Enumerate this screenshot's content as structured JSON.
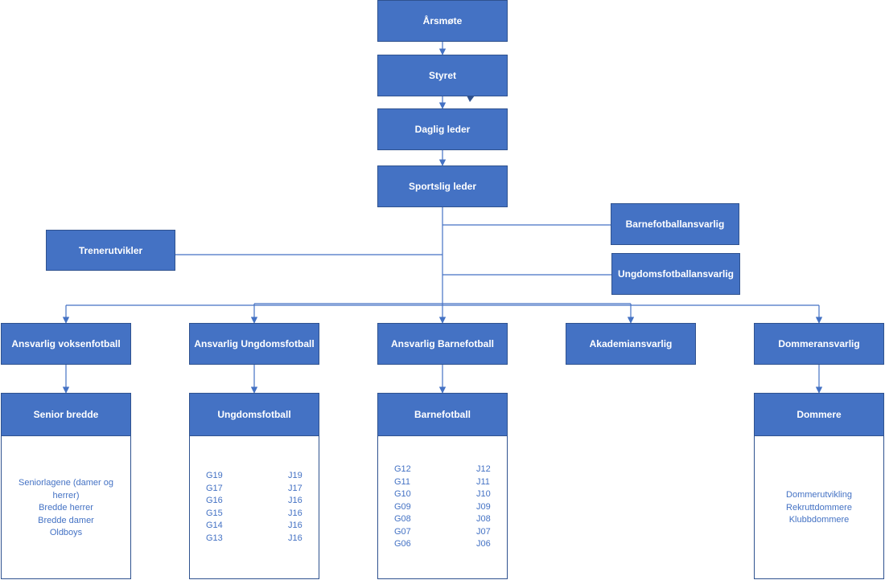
{
  "nodes": {
    "arsmote": "Årsmøte",
    "styret": "Styret",
    "daglig_leder": "Daglig leder",
    "sportslig_leder": "Sportslig leder",
    "barnefotballansvarlig": "Barnefotballansvarlig",
    "ungdomsfotballansvarlig": "Ungdomsfotballansvarlig",
    "trenerutvikler": "Trenerutvikler",
    "ansvarlig_voksenfotball": "Ansvarlig voksenfotball",
    "ansvarlig_ungdomsfotball": "Ansvarlig Ungdomsfotball",
    "ansvarlig_barnefotball": "Ansvarlig Barnefotball",
    "akademiansvarlig": "Akademiansvarlig",
    "dommeransvarlig": "Dommeransvarlig"
  },
  "panels": {
    "senior": {
      "title": "Senior bredde",
      "items": [
        "Seniorlagene (damer og",
        "herrer)",
        "Bredde herrer",
        "Bredde damer",
        "Oldboys"
      ]
    },
    "ungdom": {
      "title": "Ungdomsfotball",
      "left": [
        "G19",
        "G17",
        "G16",
        "G15",
        "G14",
        "G13"
      ],
      "right": [
        "J19",
        "J17",
        "J16",
        "J16",
        "J16",
        "J16"
      ]
    },
    "barne": {
      "title": "Barnefotball",
      "left": [
        "G12",
        "G11",
        "G10",
        "G09",
        "G08",
        "G07",
        "G06"
      ],
      "right": [
        "J12",
        "J11",
        "J10",
        "J09",
        "J08",
        "J07",
        "J06"
      ]
    },
    "dommere": {
      "title": "Dommere",
      "items": [
        "Dommerutvikling",
        "Rekruttdommere",
        "Klubbdommere"
      ]
    }
  },
  "colors": {
    "box_fill": "#4472C4",
    "box_border": "#2F528F",
    "connector": "#4472C4",
    "text_blue": "#4472C4"
  }
}
